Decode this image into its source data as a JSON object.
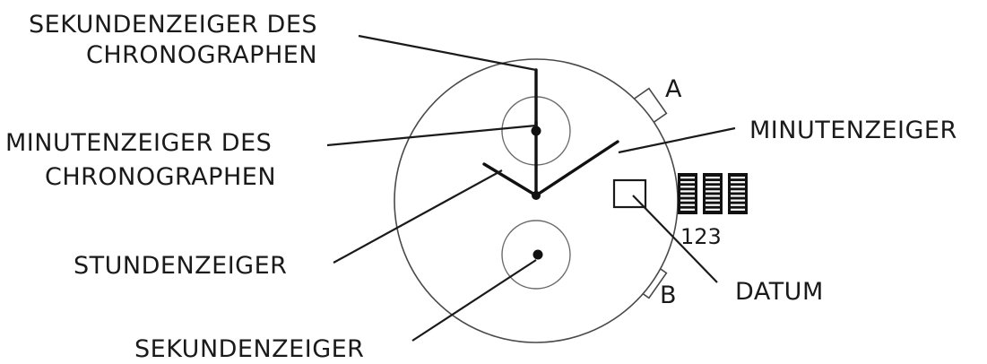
{
  "labels": {
    "chrono_seconds_line1": "SEKUNDENZEIGER DES",
    "chrono_seconds_line2": "CHRONOGRAPHEN",
    "chrono_minutes_line1": "MINUTENZEIGER DES",
    "chrono_minutes_line2": "CHRONOGRAPHEN",
    "hour_hand": "STUNDENZEIGER",
    "seconds_hand": "SEKUNDENZEIGER",
    "minute_hand": "MINUTENZEIGER",
    "date": "DATUM",
    "button_a": "A",
    "button_b": "B",
    "crown_positions": "123"
  }
}
